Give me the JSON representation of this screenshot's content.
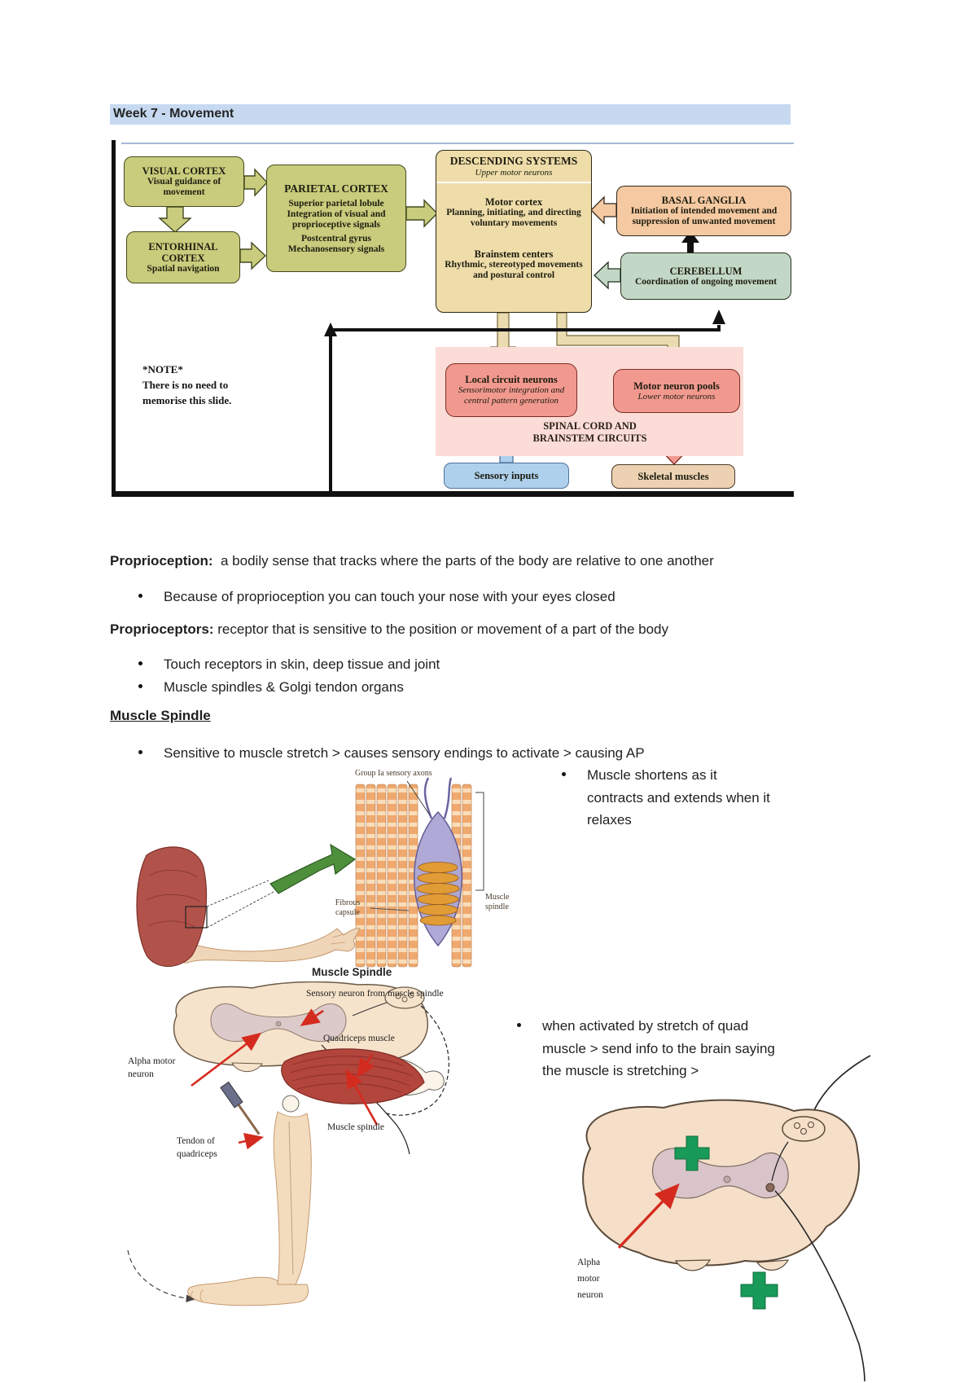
{
  "header": {
    "title": "Week 7 - Movement",
    "bg_color": "#c6d9f0"
  },
  "flowchart": {
    "visual_cortex": {
      "title": "VISUAL CORTEX",
      "subtitle": "Visual guidance of movement"
    },
    "entorhinal_cortex": {
      "title": "ENTORHINAL CORTEX",
      "subtitle": "Spatial navigation"
    },
    "parietal_cortex": {
      "title": "PARIETAL CORTEX",
      "line1": "Superior parietal lobule",
      "line2": "Integration of visual and proprioceptive signals",
      "line3": "Postcentral gyrus",
      "line4": "Mechanosensory signals"
    },
    "descending_systems": {
      "title": "DESCENDING SYSTEMS",
      "subtitle": "Upper motor neurons",
      "motor_cortex_title": "Motor cortex",
      "motor_cortex_sub": "Planning, initiating, and directing voluntary movements",
      "brainstem_title": "Brainstem centers",
      "brainstem_sub": "Rhythmic, stereotyped movements and postural control"
    },
    "basal_ganglia": {
      "title": "BASAL GANGLIA",
      "subtitle": "Initiation of intended movement and suppression of unwanted movement"
    },
    "cerebellum": {
      "title": "CEREBELLUM",
      "subtitle": "Coordination of ongoing movement"
    },
    "local_circuit": {
      "title": "Local circuit neurons",
      "subtitle": "Sensorimotor integration and central pattern generation"
    },
    "motor_pools": {
      "title": "Motor neuron pools",
      "subtitle": "Lower motor neurons"
    },
    "spinal_label_1": "SPINAL CORD AND",
    "spinal_label_2": "BRAINSTEM CIRCUITS",
    "sensory_inputs": "Sensory inputs",
    "skeletal_muscles": "Skeletal muscles",
    "note_1": "*NOTE*",
    "note_2": "There is no need to",
    "note_3": "memorise this slide."
  },
  "notes": {
    "p1_lead": "Proprioception:",
    "p1_text": "  a bodily sense that tracks where the parts of the body are relative to one another",
    "bullet1": "Because of proprioception you can touch your nose with your eyes closed",
    "p2_lead": "Proprioceptors:",
    "p2_text": " receptor that is sensitive to the position or movement of a part of the body",
    "bullet2": "Touch receptors in skin, deep tissue and joint",
    "bullet3": "Muscle spindles & Golgi tendon organs",
    "heading": "Muscle Spindle",
    "bullet4": "Sensitive to muscle stretch > causes sensory endings to activate > causing AP",
    "right_bullet1": "Muscle shortens as it contracts and extends when it relaxes",
    "right_bullet2": "when activated by stretch of quad muscle > send info to the brain saying the muscle is stretching >"
  },
  "figure1": {
    "axons_label": "Group Ia sensory axons",
    "capsule_label": "Fibrous capsule",
    "spindle_label": "Muscle spindle",
    "caption": "Muscle Spindle"
  },
  "figure2": {
    "sensory_label": "Sensory neuron from muscle spindle",
    "quad_label": "Quadriceps muscle",
    "alpha_label": "Alpha motor neuron",
    "spindle_label": "Muscle spindle",
    "tendon_label": "Tendon of quadriceps"
  },
  "figure3": {
    "alpha_label": "Alpha motor neuron"
  },
  "colors": {
    "olive": "#c9cc7c",
    "tan": "#eedca9",
    "peach": "#f5c9a2",
    "sage": "#c3d7c6",
    "salmon": "#f2998f",
    "pink_panel": "#fbdcd7",
    "blue_box": "#aed0ec",
    "skeletal_tan": "#ecd2b2",
    "arrow_red": "#d42b1f",
    "green_plus": "#189a58"
  }
}
